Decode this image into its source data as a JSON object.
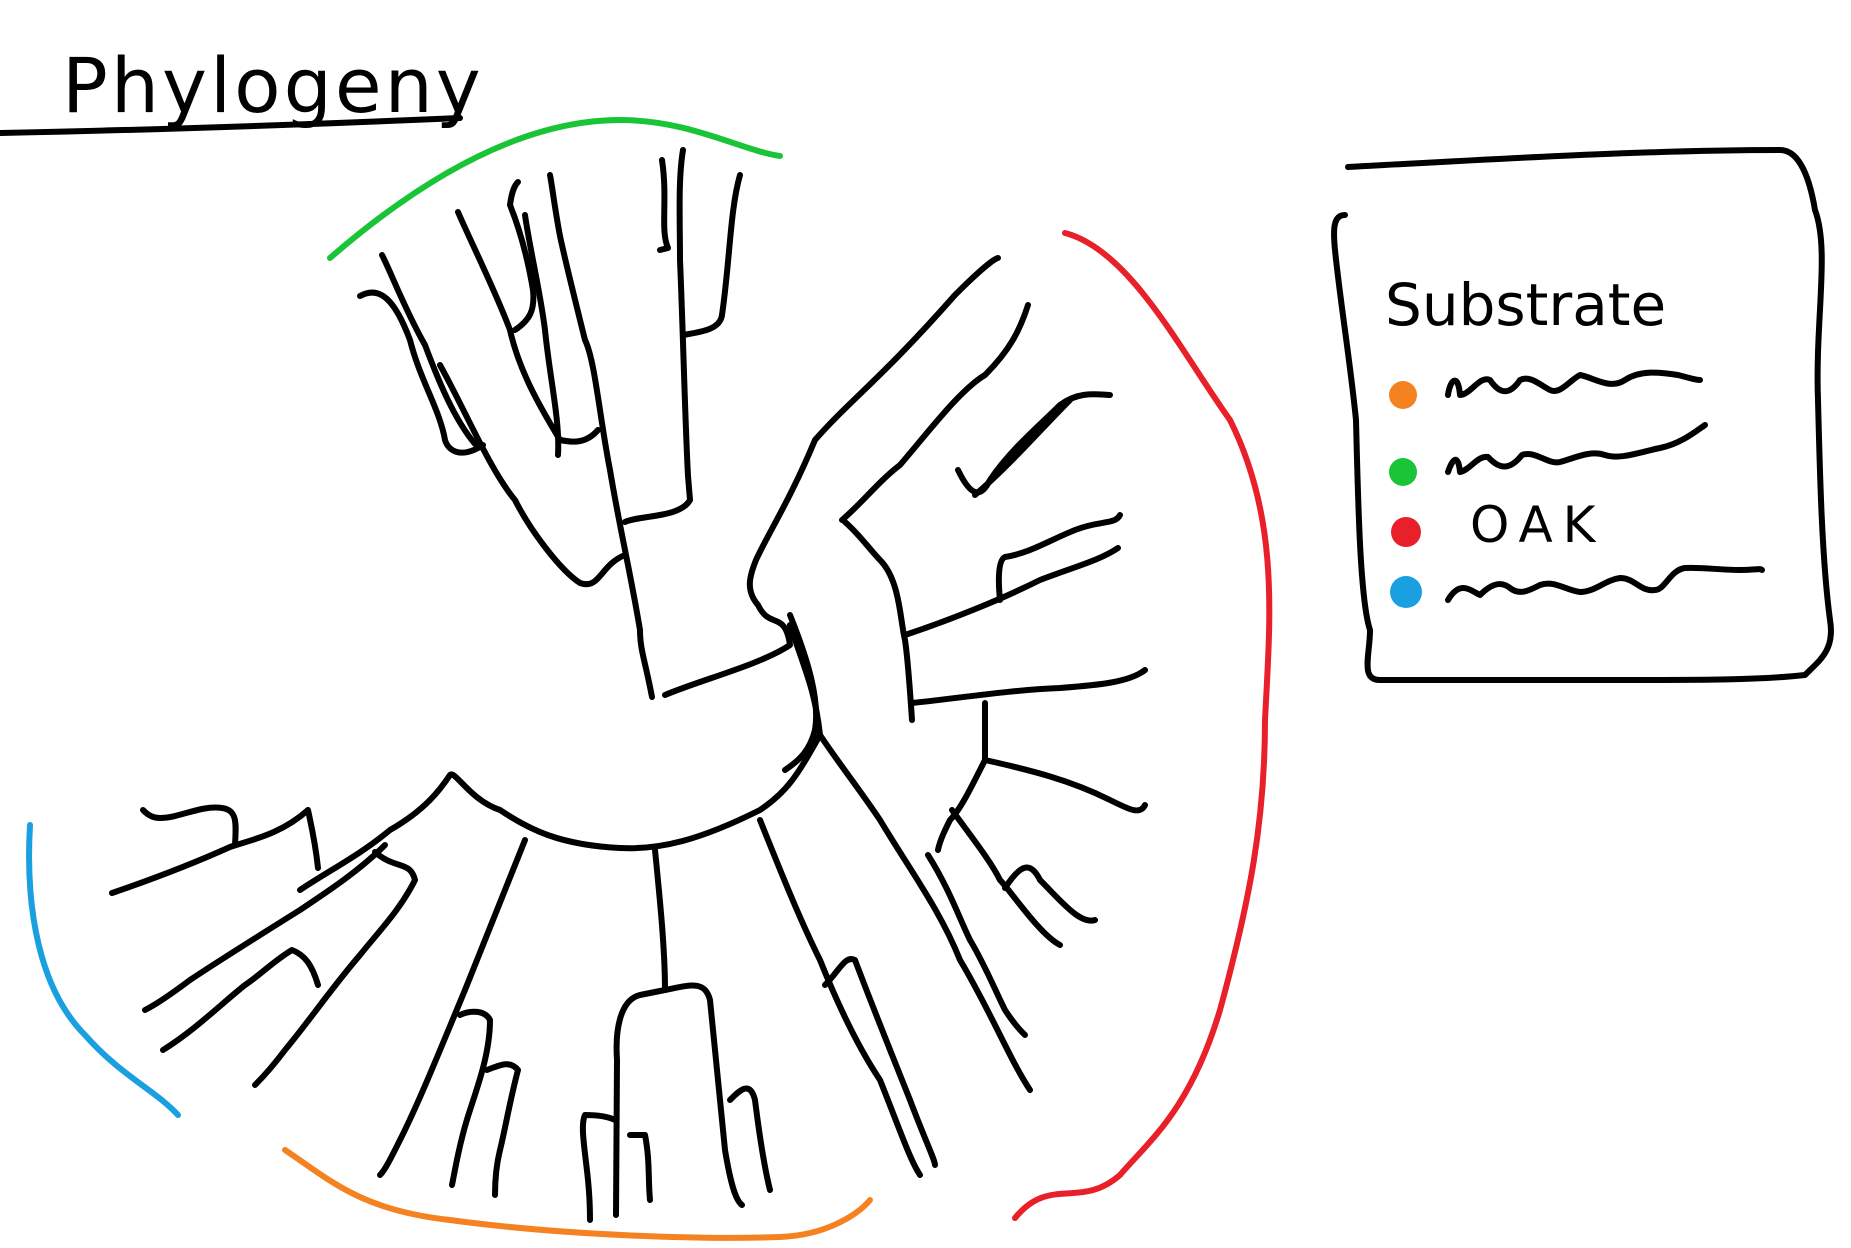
{
  "title": "Phylogeny",
  "legend": {
    "title": "Substrate",
    "items": [
      {
        "color": "#f58220",
        "label": ""
      },
      {
        "color": "#19c437",
        "label": ""
      },
      {
        "color": "#e8202a",
        "label": "OAK"
      },
      {
        "color": "#1a9fe0",
        "label": ""
      }
    ]
  },
  "clade_colors": {
    "orange": "#f58220",
    "green": "#19c437",
    "red": "#e8202a",
    "blue": "#1a9fe0"
  }
}
